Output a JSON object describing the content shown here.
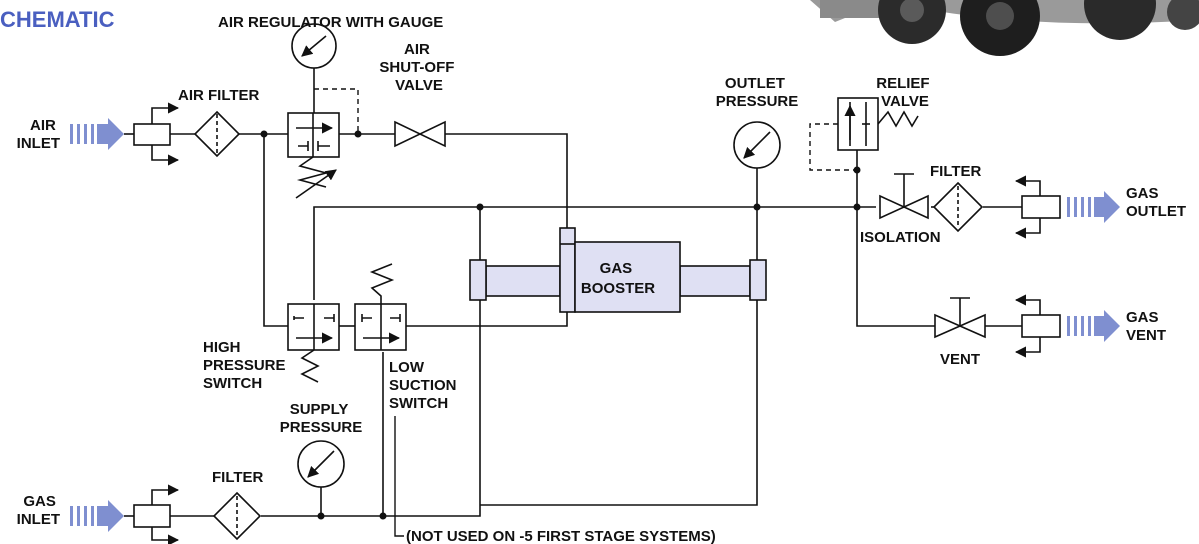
{
  "title": "CHEMATIC",
  "colors": {
    "title": "#4a5fc0",
    "arrow": "#7f8fd0",
    "line": "#111111",
    "booster_fill": "#dfe0f3"
  },
  "labels": {
    "air_regulator": "AIR REGULATOR WITH GAUGE",
    "air_shutoff": [
      "AIR",
      "SHUT-OFF",
      "VALVE"
    ],
    "air_filter": "AIR FILTER",
    "air_inlet": [
      "AIR",
      "INLET"
    ],
    "outlet_pressure": [
      "OUTLET",
      "PRESSURE"
    ],
    "relief_valve": [
      "RELIEF",
      "VALVE"
    ],
    "filter_top": "FILTER",
    "gas_outlet": [
      "GAS",
      "OUTLET"
    ],
    "isolation": "ISOLATION",
    "gas_booster": [
      "GAS",
      "BOOSTER"
    ],
    "gas_vent": [
      "GAS",
      "VENT"
    ],
    "vent": "VENT",
    "high_pressure_switch": [
      "HIGH",
      "PRESSURE",
      "SWITCH"
    ],
    "low_suction_switch": [
      "LOW",
      "SUCTION",
      "SWITCH"
    ],
    "supply_pressure": [
      "SUPPLY",
      "PRESSURE"
    ],
    "filter_bottom": "FILTER",
    "gas_inlet": [
      "GAS",
      "INLET"
    ],
    "note": "(NOT USED ON -5 FIRST STAGE SYSTEMS)"
  }
}
